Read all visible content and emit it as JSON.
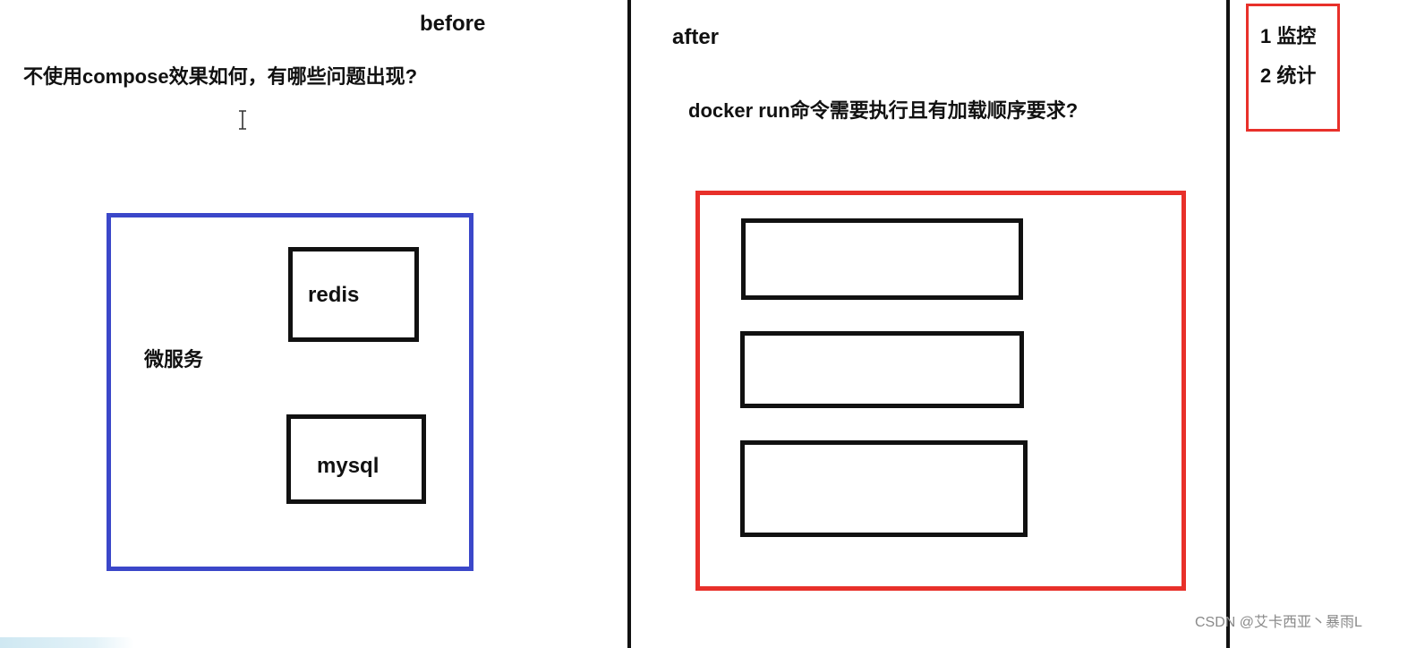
{
  "before": {
    "heading": "before",
    "question": "不使用compose效果如何，有哪些问题出现?",
    "group": {
      "label": "微服务",
      "border_color": "#3b47c9",
      "services": [
        "redis",
        "mysql"
      ]
    }
  },
  "after": {
    "heading": "after",
    "question": "docker run命令需要执行且有加载顺序要求?",
    "group": {
      "border_color": "#e8302a"
    }
  },
  "notes": {
    "border_color": "#e8302a",
    "items": [
      "1 监控",
      "2 统计"
    ]
  },
  "watermark": "CSDN @艾卡西亚丶暴雨L",
  "colors": {
    "ink": "#111111",
    "background": "#ffffff"
  }
}
